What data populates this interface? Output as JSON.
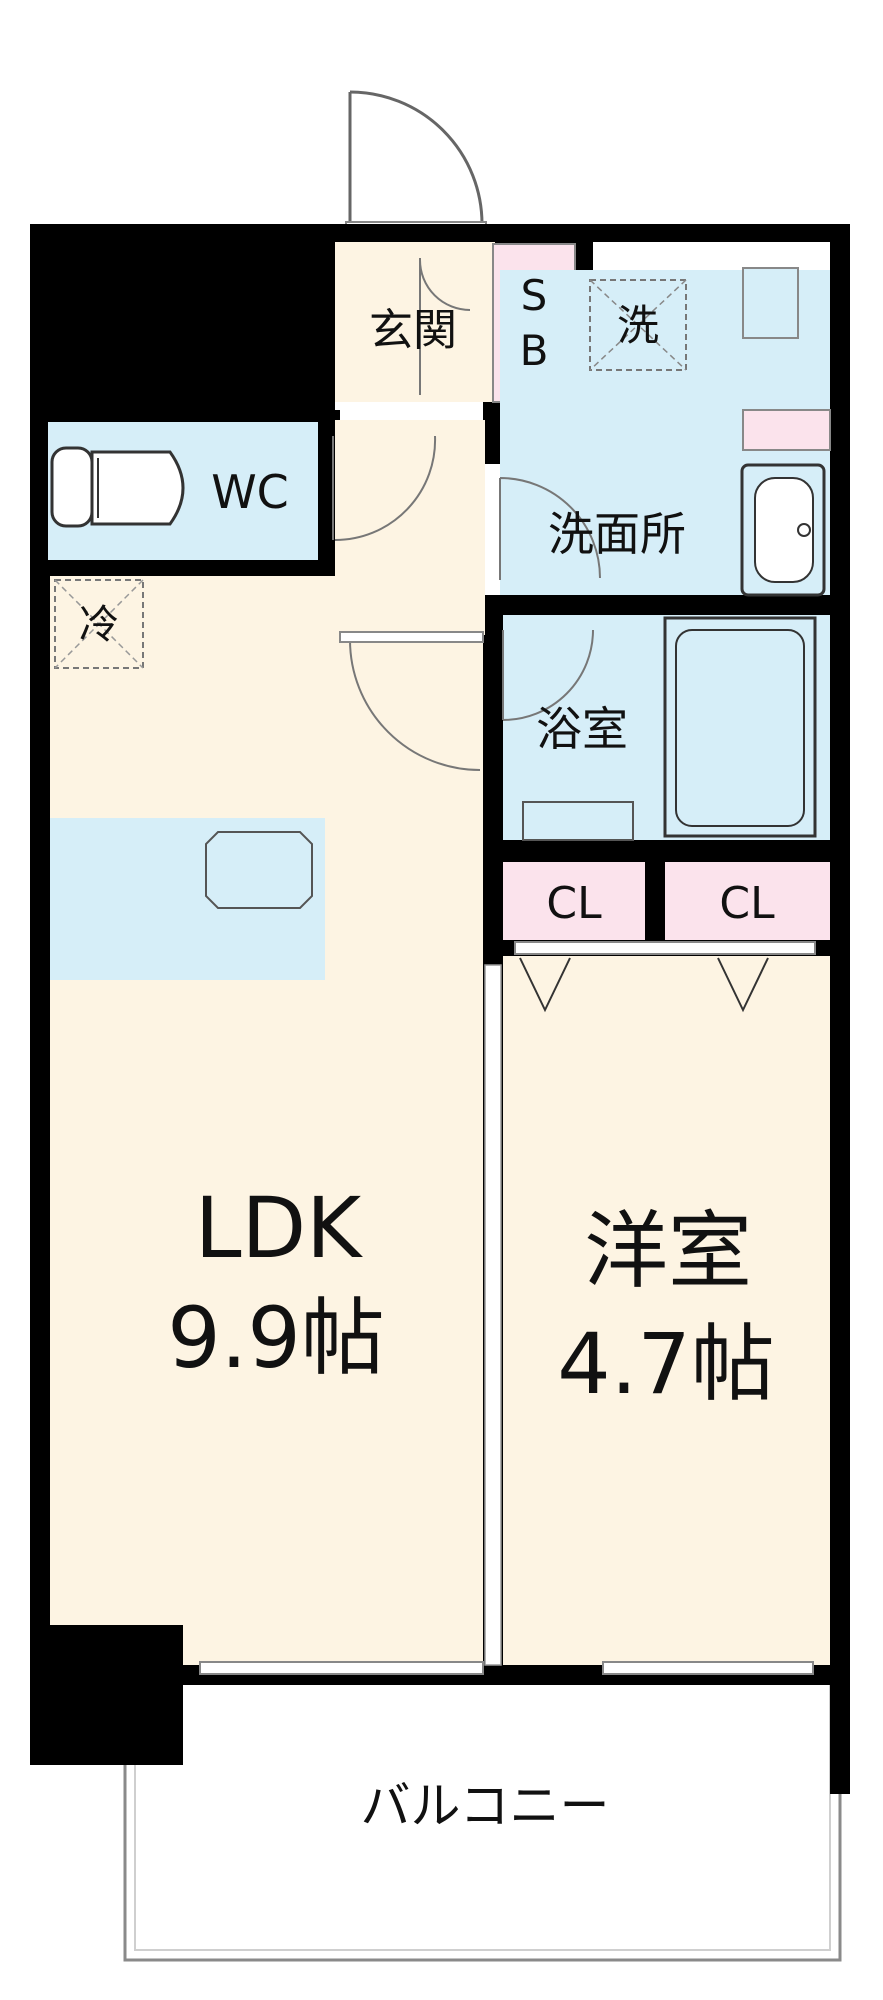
{
  "rooms": {
    "entrance": "玄関",
    "shoe_box_top": "S",
    "shoe_box_bottom": "B",
    "washer": "洗",
    "wc": "WC",
    "washroom": "洗面所",
    "fridge": "冷",
    "bathroom": "浴室",
    "closet_left": "CL",
    "closet_right": "CL",
    "ldk_name": "LDK",
    "ldk_size": "9.9帖",
    "western_name": "洋室",
    "western_size": "4.7帖",
    "balcony": "バルコニー"
  },
  "colors": {
    "wall": "#000000",
    "floor_living": "#fdf4e3",
    "wet_area": "#d6eef8",
    "closet": "#fbe3ec",
    "outline": "#8a8a8a"
  }
}
